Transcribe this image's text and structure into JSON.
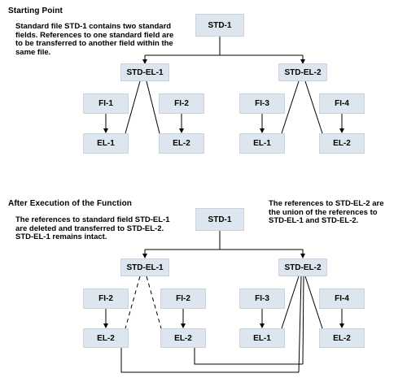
{
  "section1": {
    "heading": "Starting Point",
    "note": "Standard file STD-1 contains two standard\nfields. References to one standard field are\nto be transferred to another field within the\nsame file.",
    "boxes": {
      "std1": "STD-1",
      "stdel1": "STD-EL-1",
      "stdel2": "STD-EL-2",
      "fi1": "FI-1",
      "fi2": "FI-2",
      "fi3": "FI-3",
      "fi4": "FI-4",
      "el1a": "EL-1",
      "el2a": "EL-2",
      "el1b": "EL-1",
      "el2b": "EL-2"
    }
  },
  "section2": {
    "heading": "After Execution of the Function",
    "note_left": "The references to standard field STD-EL-1\nare deleted and transferred to STD-EL-2.\nSTD-EL-1 remains intact.",
    "note_right": "The references to STD-EL-2 are\nthe union of the references to\nSTD-EL-1 and STD-EL-2.",
    "boxes": {
      "std1": "STD-1",
      "stdel1": "STD-EL-1",
      "stdel2": "STD-EL-2",
      "fi2a": "FI-2",
      "fi2b": "FI-2",
      "fi3": "FI-3",
      "fi4": "FI-4",
      "el2a": "EL-2",
      "el2b": "EL-2",
      "el1": "EL-1",
      "el2c": "EL-2"
    }
  }
}
